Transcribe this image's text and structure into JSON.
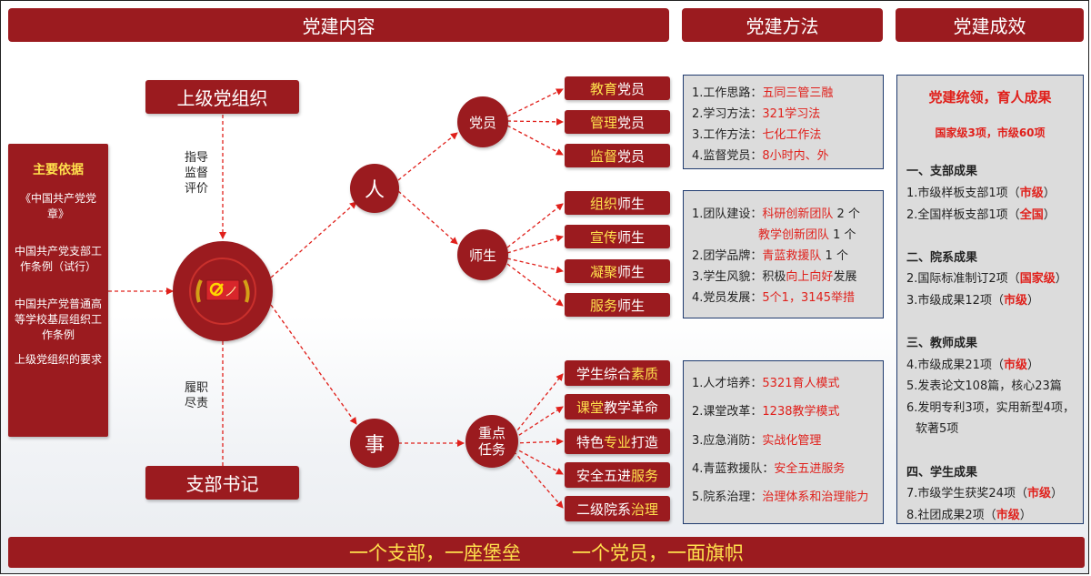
{
  "headers": {
    "content": "党建内容",
    "method": "党建方法",
    "result": "党建成效"
  },
  "basis": {
    "title": "主要依据",
    "items": [
      "《中国共产党党章》",
      "中国共产党支部工作条例（试行）",
      "中国共产党普通高等学校基层组织工作条例",
      "上级党组织的要求"
    ]
  },
  "top_org": "上级党组织",
  "bottom_org": "支部书记",
  "label_top": [
    "指导",
    "监督",
    "评价"
  ],
  "label_bottom": [
    "履职",
    "尽责"
  ],
  "center_emblem": "党徽",
  "nodes": {
    "ren": "人",
    "shi": "事",
    "dangyuan": "党员",
    "shisheng": "师生",
    "zhongdian": [
      "重点",
      "任务"
    ]
  },
  "party_items": [
    {
      "hl": "教育",
      "rest": "党员"
    },
    {
      "hl": "管理",
      "rest": "党员"
    },
    {
      "hl": "监督",
      "rest": "党员"
    }
  ],
  "teacher_items": [
    {
      "hl": "组织",
      "rest": "师生"
    },
    {
      "hl": "宣传",
      "rest": "师生"
    },
    {
      "hl": "凝聚",
      "rest": "师生"
    },
    {
      "hl": "服务",
      "rest": "师生"
    }
  ],
  "task_items": [
    {
      "pre": "学生综合",
      "hl": "素质",
      "post": ""
    },
    {
      "pre": "",
      "hl": "课堂",
      "post": "教学革命"
    },
    {
      "pre": "特色",
      "hl": "专业",
      "post": "打造"
    },
    {
      "pre": "安全五进",
      "hl": "服务",
      "post": ""
    },
    {
      "pre": "二级院系",
      "hl": "治理",
      "post": ""
    }
  ],
  "method_panel1": [
    {
      "label": "1.工作思路：",
      "value": "五同三管三融"
    },
    {
      "label": "2.学习方法：",
      "value": "321学习法"
    },
    {
      "label": "3.工作方法：",
      "value": "七化工作法"
    },
    {
      "label": "4.监督党员：",
      "value": "8小时内、外"
    }
  ],
  "method_panel2": {
    "r1_label": "1.团队建设：",
    "r1_value": "科研创新团队",
    "r1_tail": " 2 个",
    "r2_value": "教学创新团队",
    "r2_tail": " 1 个",
    "r3_label": "2.团学品牌：",
    "r3_value": "青蓝救援队",
    "r3_tail": " 1 个",
    "r4_label": "3.学生风貌：",
    "r4_pre": "积极",
    "r4_value": "向上向好",
    "r4_tail": "发展",
    "r5_label": "4.党员发展：",
    "r5_value": "5个1，3145举措"
  },
  "method_panel3": [
    {
      "label": "1.人才培养：",
      "value": "5321育人模式"
    },
    {
      "label": "2.课堂改革：",
      "value": "1238教学模式"
    },
    {
      "label": "3.应急消防：",
      "value": "实战化管理"
    },
    {
      "label": "4.青蓝救援队：",
      "value": "安全五进服务"
    },
    {
      "label": "5.院系治理：",
      "value": "治理体系和治理能力"
    }
  ],
  "results": {
    "title": "党建统领，育人成果",
    "subtitle": "国家级3项，市级60项",
    "s1": "一、支部成果",
    "s1_1_pre": "1.市级样板支部1项（",
    "s1_1_hl": "市级",
    "s1_1_post": "）",
    "s1_2_pre": "2.全国样板支部1项（",
    "s1_2_hl": "全国",
    "s1_2_post": "）",
    "s2": "二、院系成果",
    "s2_1_pre": "2.国际标准制订2项（",
    "s2_1_hl": "国家级",
    "s2_1_post": "）",
    "s2_2_pre": "3.市级成果12项（",
    "s2_2_hl": "市级",
    "s2_2_post": "）",
    "s3": "三、教师成果",
    "s3_1_pre": "4.市级成果21项（",
    "s3_1_hl": "市级",
    "s3_1_post": "）",
    "s3_2": "5.发表论文108篇，核心23篇",
    "s3_3": "6.发明专利3项，实用新型4项，",
    "s3_4": "软著5项",
    "s4": "四、学生成果",
    "s4_1_pre": "7.市级学生获奖24项（",
    "s4_1_hl": "市级",
    "s4_1_post": "）",
    "s4_2_pre": "8.社团成果2项（",
    "s4_2_hl": "市级",
    "s4_2_post": "）"
  },
  "footer": {
    "left": "一个支部，一座堡垒",
    "right": "一个党员，一面旗帜"
  },
  "colors": {
    "primary": "#9b1b1f",
    "highlight": "#ffe14d",
    "accent_red": "#e0201b",
    "panel_bg": "#dcdcdc"
  }
}
